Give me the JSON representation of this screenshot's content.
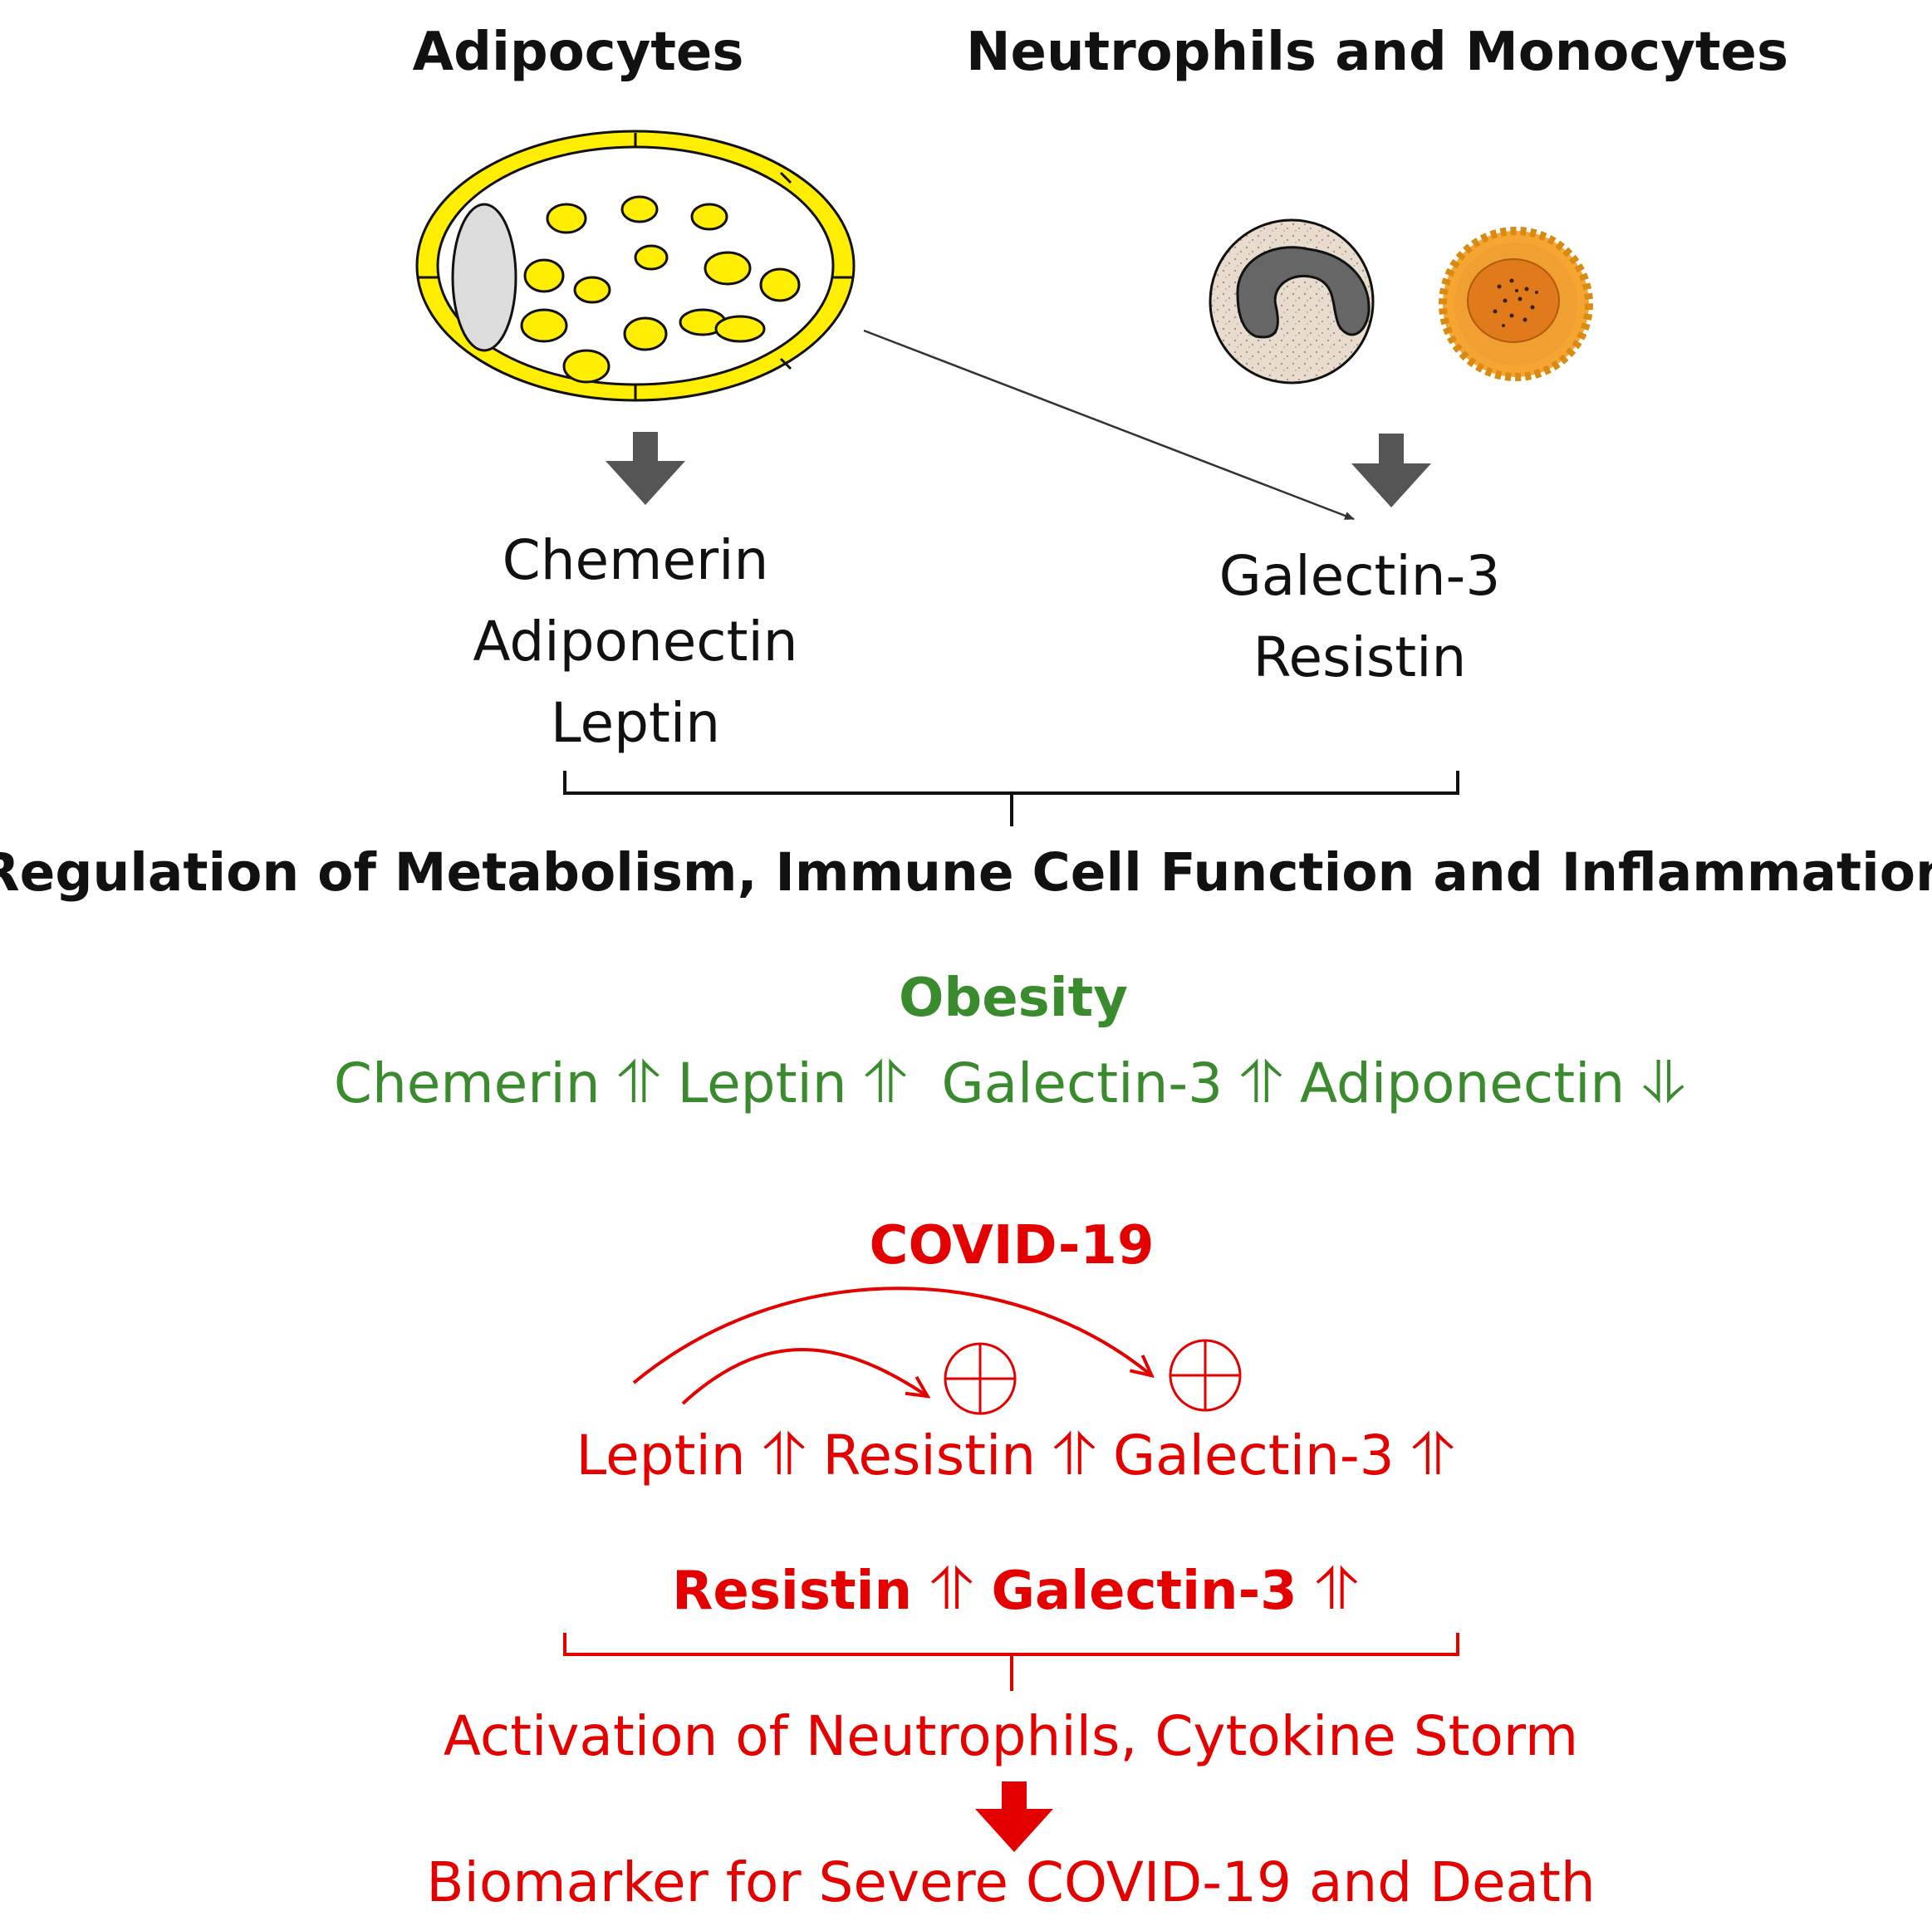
{
  "header": {
    "adipocytes": "Adipocytes",
    "neutrophils": "Neutrophils and Monocytes"
  },
  "adipocyte_products": [
    "Chemerin",
    "Adiponectin",
    "Leptin"
  ],
  "immune_products": [
    "Galectin-3",
    "Resistin"
  ],
  "regulation": "Regulation of Metabolism, Immune Cell Function and Inflammation",
  "obesity": {
    "title": "Obesity",
    "items": [
      {
        "label": "Chemerin",
        "arrow": "⥣"
      },
      {
        "label": "Leptin",
        "arrow": "⥣"
      },
      {
        "label": "Galectin-3",
        "arrow": "⥣"
      },
      {
        "label": "Adiponectin",
        "arrow": "⥥"
      }
    ]
  },
  "covid": {
    "title": "COVID-19",
    "items": [
      {
        "label": "Leptin",
        "arrow": "⥣"
      },
      {
        "label": "Resistin",
        "arrow": "⥣"
      },
      {
        "label": "Galectin-3",
        "arrow": "⥣"
      }
    ],
    "key": [
      {
        "label": "Resistin",
        "arrow": "⥣"
      },
      {
        "label": "Galectin-3",
        "arrow": "⥣"
      }
    ],
    "activation": "Activation of Neutrophils, Cytokine Storm",
    "biomarker": "Biomarker for Severe COVID-19 and Death"
  },
  "colors": {
    "green": "#3a8a2e",
    "red": "#e50000",
    "fat_yellow": "#ffee00",
    "dark_arrow": "#555555"
  }
}
